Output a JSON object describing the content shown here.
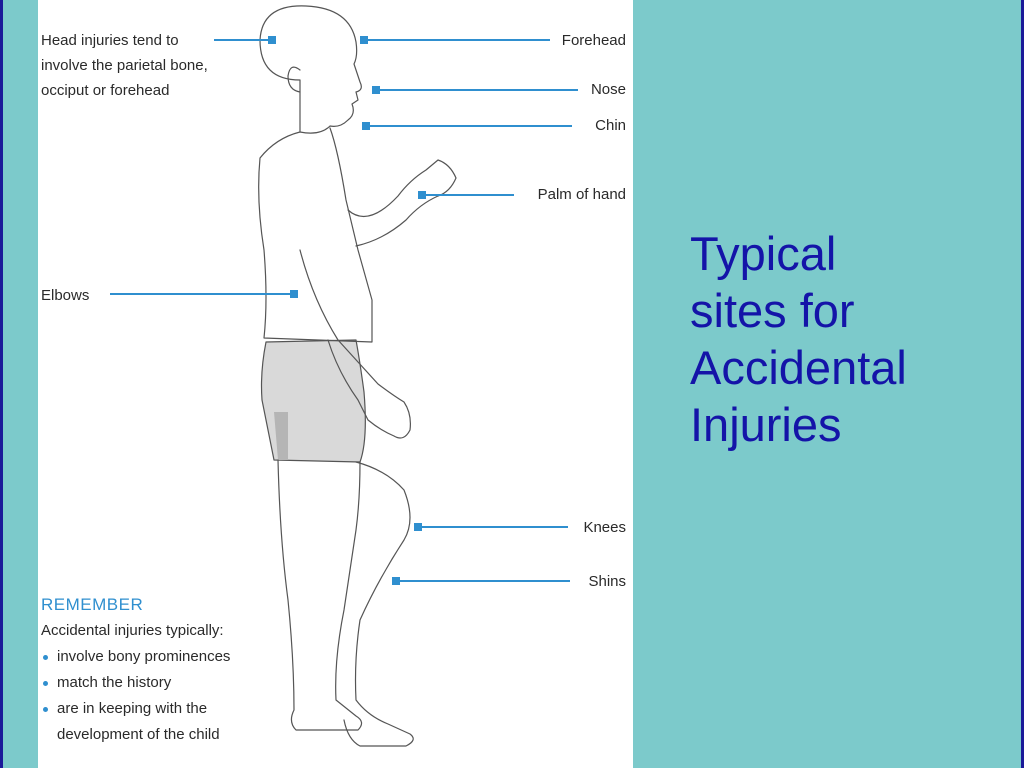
{
  "slide": {
    "title_lines": [
      "Typical",
      "sites for",
      "Accidental",
      "Injuries"
    ],
    "colors": {
      "background": "#7ccacb",
      "title": "#1414a8",
      "leader": "#2f8fcf",
      "border": "#1a1a99"
    }
  },
  "figure": {
    "head_note_lines": [
      "Head injuries tend to",
      "involve the parietal bone,",
      "occiput or forehead"
    ],
    "labels": {
      "forehead": "Forehead",
      "nose": "Nose",
      "chin": "Chin",
      "palm": "Palm of hand",
      "elbows": "Elbows",
      "knees": "Knees",
      "shins": "Shins"
    },
    "remember": {
      "title": "REMEMBER",
      "intro": "Accidental injuries typically:",
      "bullets": [
        "involve bony prominences",
        "match the history",
        "are in keeping with the"
      ],
      "continuation": "development of the child"
    }
  }
}
